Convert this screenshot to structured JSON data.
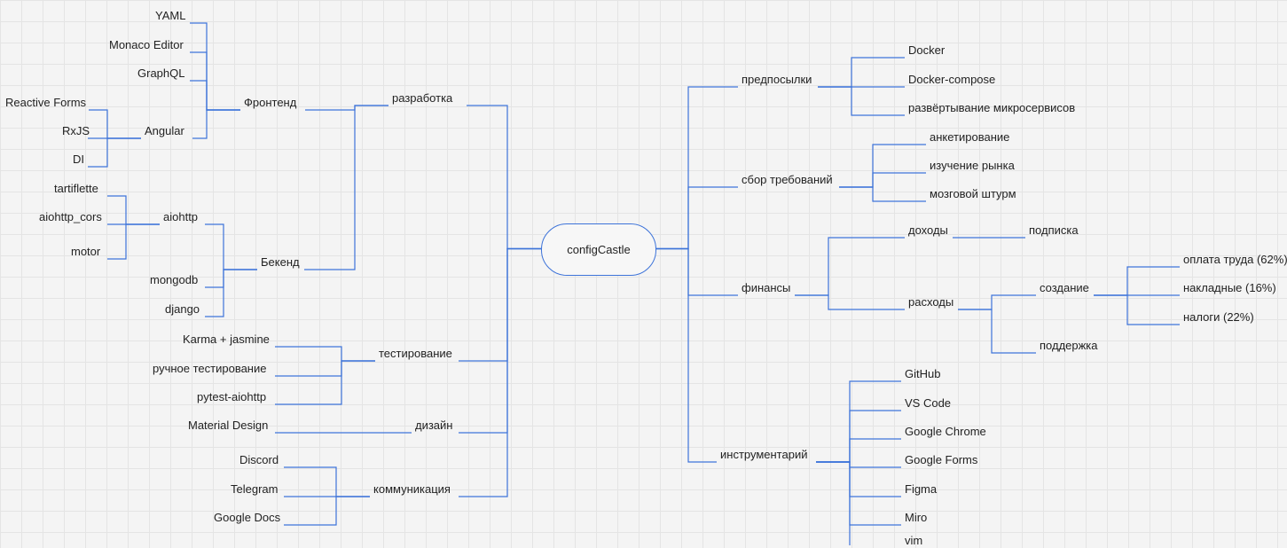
{
  "diagram": {
    "root": "configCastle",
    "nodes": {
      "root": "configCastle",
      "razrabotka": "разработка",
      "frontend": "Фронтенд",
      "yaml": "YAML",
      "monaco": "Monaco Editor",
      "graphql": "GraphQL",
      "angular": "Angular",
      "reactive_forms": "Reactive Forms",
      "rxjs": "RxJS",
      "di": "DI",
      "backend": "Бекенд",
      "aiohttp": "aiohttp",
      "tartiflette": "tartiflette",
      "aiohttp_cors": "aiohttp_cors",
      "motor": "motor",
      "mongodb": "mongodb",
      "django": "django",
      "testirovanie": "тестирование",
      "karma": "Karma + jasmine",
      "manual_testing": "ручное тестирование",
      "pytest": "pytest-aiohttp",
      "dizain": "дизайн",
      "material": "Material Design",
      "kommunikaciya": "коммуникация",
      "discord": "Discord",
      "telegram": "Telegram",
      "gdocs": "Google Docs",
      "predposylki": "предпосылки",
      "docker": "Docker",
      "docker_compose": "Docker-compose",
      "microservices": "развёртывание микросервисов",
      "trebovaniya": "сбор требований",
      "anketirovanie": "анкетирование",
      "rynok": "изучение рынка",
      "shturm": "мозговой штурм",
      "finansy": "финансы",
      "dohody": "доходы",
      "podpiska": "подписка",
      "rashody": "расходы",
      "sozdanie": "создание",
      "oplata": "оплата труда (62%)",
      "nakladnye": "накладные (16%)",
      "nalogi": "налоги (22%)",
      "podderzhka": "поддержка",
      "instrumentariy": "инструментарий",
      "github": "GitHub",
      "vscode": "VS Code",
      "chrome": "Google Chrome",
      "gforms": "Google Forms",
      "figma": "Figma",
      "miro": "Miro",
      "vim": "vim"
    },
    "edges": [
      [
        "root",
        "razrabotka"
      ],
      [
        "root",
        "testirovanie"
      ],
      [
        "root",
        "dizain"
      ],
      [
        "root",
        "kommunikaciya"
      ],
      [
        "root",
        "predposylki"
      ],
      [
        "root",
        "trebovaniya"
      ],
      [
        "root",
        "finansy"
      ],
      [
        "root",
        "instrumentariy"
      ],
      [
        "razrabotka",
        "frontend"
      ],
      [
        "razrabotka",
        "backend"
      ],
      [
        "frontend",
        "yaml"
      ],
      [
        "frontend",
        "monaco"
      ],
      [
        "frontend",
        "graphql"
      ],
      [
        "frontend",
        "angular"
      ],
      [
        "angular",
        "reactive_forms"
      ],
      [
        "angular",
        "rxjs"
      ],
      [
        "angular",
        "di"
      ],
      [
        "backend",
        "aiohttp"
      ],
      [
        "backend",
        "mongodb"
      ],
      [
        "backend",
        "django"
      ],
      [
        "aiohttp",
        "tartiflette"
      ],
      [
        "aiohttp",
        "aiohttp_cors"
      ],
      [
        "aiohttp",
        "motor"
      ],
      [
        "testirovanie",
        "karma"
      ],
      [
        "testirovanie",
        "manual_testing"
      ],
      [
        "testirovanie",
        "pytest"
      ],
      [
        "dizain",
        "material"
      ],
      [
        "kommunikaciya",
        "discord"
      ],
      [
        "kommunikaciya",
        "telegram"
      ],
      [
        "kommunikaciya",
        "gdocs"
      ],
      [
        "predposylki",
        "docker"
      ],
      [
        "predposylki",
        "docker_compose"
      ],
      [
        "predposylki",
        "microservices"
      ],
      [
        "trebovaniya",
        "anketirovanie"
      ],
      [
        "trebovaniya",
        "rynok"
      ],
      [
        "trebovaniya",
        "shturm"
      ],
      [
        "finansy",
        "dohody"
      ],
      [
        "finansy",
        "rashody"
      ],
      [
        "dohody",
        "podpiska"
      ],
      [
        "rashody",
        "sozdanie"
      ],
      [
        "rashody",
        "podderzhka"
      ],
      [
        "sozdanie",
        "oplata"
      ],
      [
        "sozdanie",
        "nakladnye"
      ],
      [
        "sozdanie",
        "nalogi"
      ],
      [
        "instrumentariy",
        "github"
      ],
      [
        "instrumentariy",
        "vscode"
      ],
      [
        "instrumentariy",
        "chrome"
      ],
      [
        "instrumentariy",
        "gforms"
      ],
      [
        "instrumentariy",
        "figma"
      ],
      [
        "instrumentariy",
        "miro"
      ],
      [
        "instrumentariy",
        "vim"
      ]
    ],
    "line_color": "#3d73d9"
  }
}
